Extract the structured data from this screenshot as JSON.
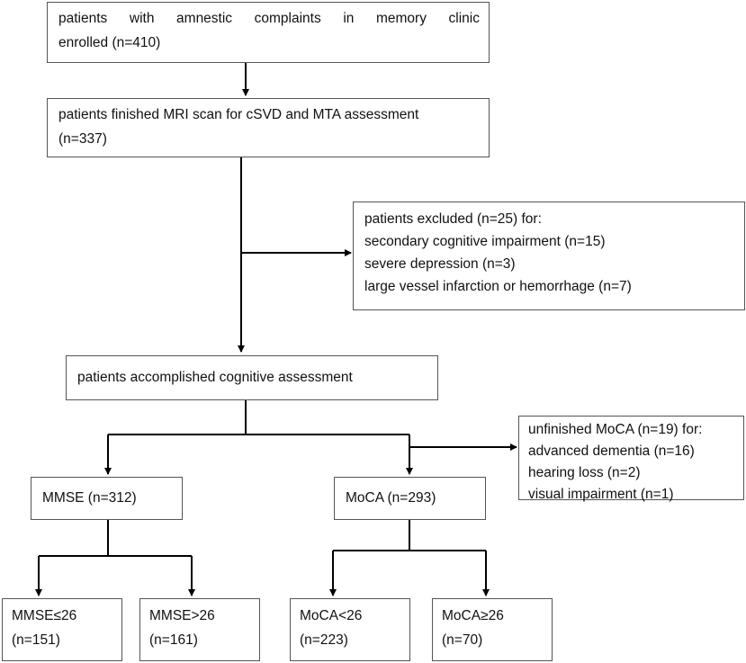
{
  "enrolled": {
    "line1": "patients with amnestic complaints in memory clinic",
    "line2": "enrolled (n=410)"
  },
  "mri": {
    "line1": "patients finished MRI scan for cSVD and MTA assessment",
    "line2": "(n=337)"
  },
  "excluded": {
    "title": "patients excluded (n=25) for:",
    "items": [
      "secondary cognitive impairment (n=15)",
      "severe depression (n=3)",
      "large vessel infarction or hemorrhage (n=7)"
    ]
  },
  "cognitive": {
    "label": "patients accomplished cognitive assessment"
  },
  "unfinished": {
    "title": "unfinished MoCA (n=19) for:",
    "items": [
      "advanced dementia (n=16)",
      "hearing loss (n=2)",
      "visual impairment (n=1)"
    ]
  },
  "mmse": {
    "label": "MMSE (n=312)"
  },
  "moca": {
    "label": "MoCA (n=293)"
  },
  "mmse_low": {
    "line1": "MMSE≤26",
    "line2": "(n=151)"
  },
  "mmse_high": {
    "line1": "MMSE>26",
    "line2": "(n=161)"
  },
  "moca_low": {
    "line1": "MoCA<26",
    "line2": "(n=223)"
  },
  "moca_high": {
    "line1": "MoCA≥26",
    "line2": "(n=70)"
  }
}
